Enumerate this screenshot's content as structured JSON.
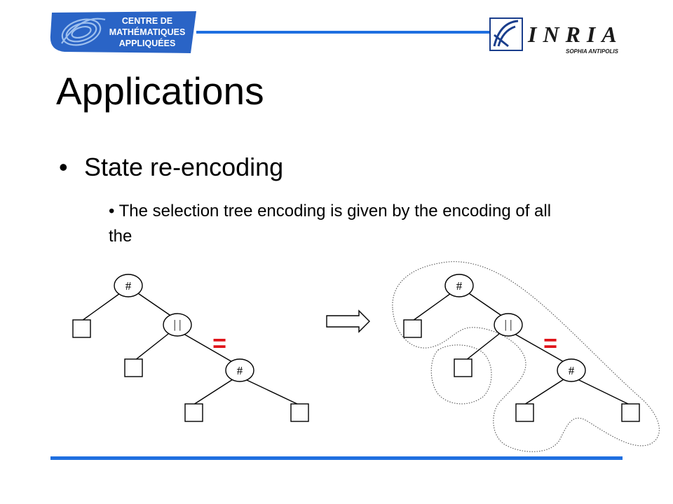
{
  "logos": {
    "cma": {
      "lines": [
        "CENTRE DE",
        "MATHÉMATIQUES",
        "APPLIQUÉES"
      ]
    },
    "inria": {
      "name": "INRIA",
      "subtitle": "SOPHIA ANTIPOLIS"
    }
  },
  "colors": {
    "accent": "#1f6fe0",
    "equals": "#e0141a",
    "logo_blue": "#2a64c6"
  },
  "slide": {
    "title": "Applications",
    "bullet_1": {
      "marker": "•",
      "text": "State re-encoding"
    },
    "bullet_2": {
      "marker": "•",
      "text": "The selection tree encoding is given by the encoding of all the"
    }
  },
  "diagram": {
    "left_tree": {
      "root": "#",
      "middle": "| |",
      "lower": "#",
      "relation": "="
    },
    "arrow": "right-arrow-icon",
    "right_tree": {
      "root": "#",
      "middle": "| |",
      "lower": "#",
      "relation": "="
    }
  }
}
